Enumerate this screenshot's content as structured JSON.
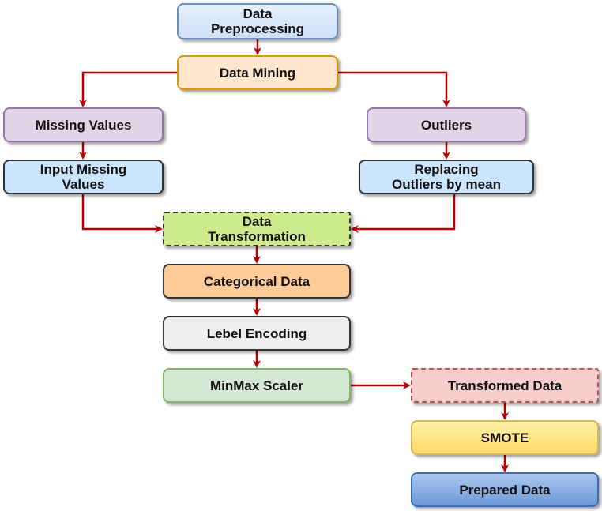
{
  "nodes": {
    "data_preprocessing": "Data\nPreprocessing",
    "data_mining": "Data Mining",
    "missing_values": "Missing Values",
    "outliers": "Outliers",
    "input_missing_values": "Input Missing\nValues",
    "replacing_outliers": "Replacing\nOutliers by mean",
    "data_transformation": "Data\nTransformation",
    "categorical_data": "Categorical Data",
    "label_encoding": "Lebel Encoding",
    "minmax_scaler": "MinMax Scaler",
    "transformed_data": "Transformed Data",
    "smote": "SMOTE",
    "prepared_data": "Prepared Data"
  },
  "colors": {
    "arrow": "#b30000",
    "preprocessing_fill": "#dae8fc",
    "preprocessing_border": "#6c8ebf",
    "mining_fill": "#ffe6cc",
    "mining_border": "#d79b00",
    "purple_fill": "#e1d5e7",
    "purple_border": "#9673a6",
    "blue_fill": "#cce5ff",
    "transformation_fill": "#cdeb8b",
    "categorical_fill": "#ffcc99",
    "encoding_fill": "#eeeeee",
    "scaler_fill": "#d5e8d4",
    "scaler_border": "#82b366",
    "transformed_fill": "#f8cecc",
    "transformed_border": "#b85450",
    "smote_fill": "#ffe57f",
    "smote_border": "#d6b656",
    "prepared_fill": "#7ea6e0",
    "prepared_border": "#3d6eb3"
  }
}
